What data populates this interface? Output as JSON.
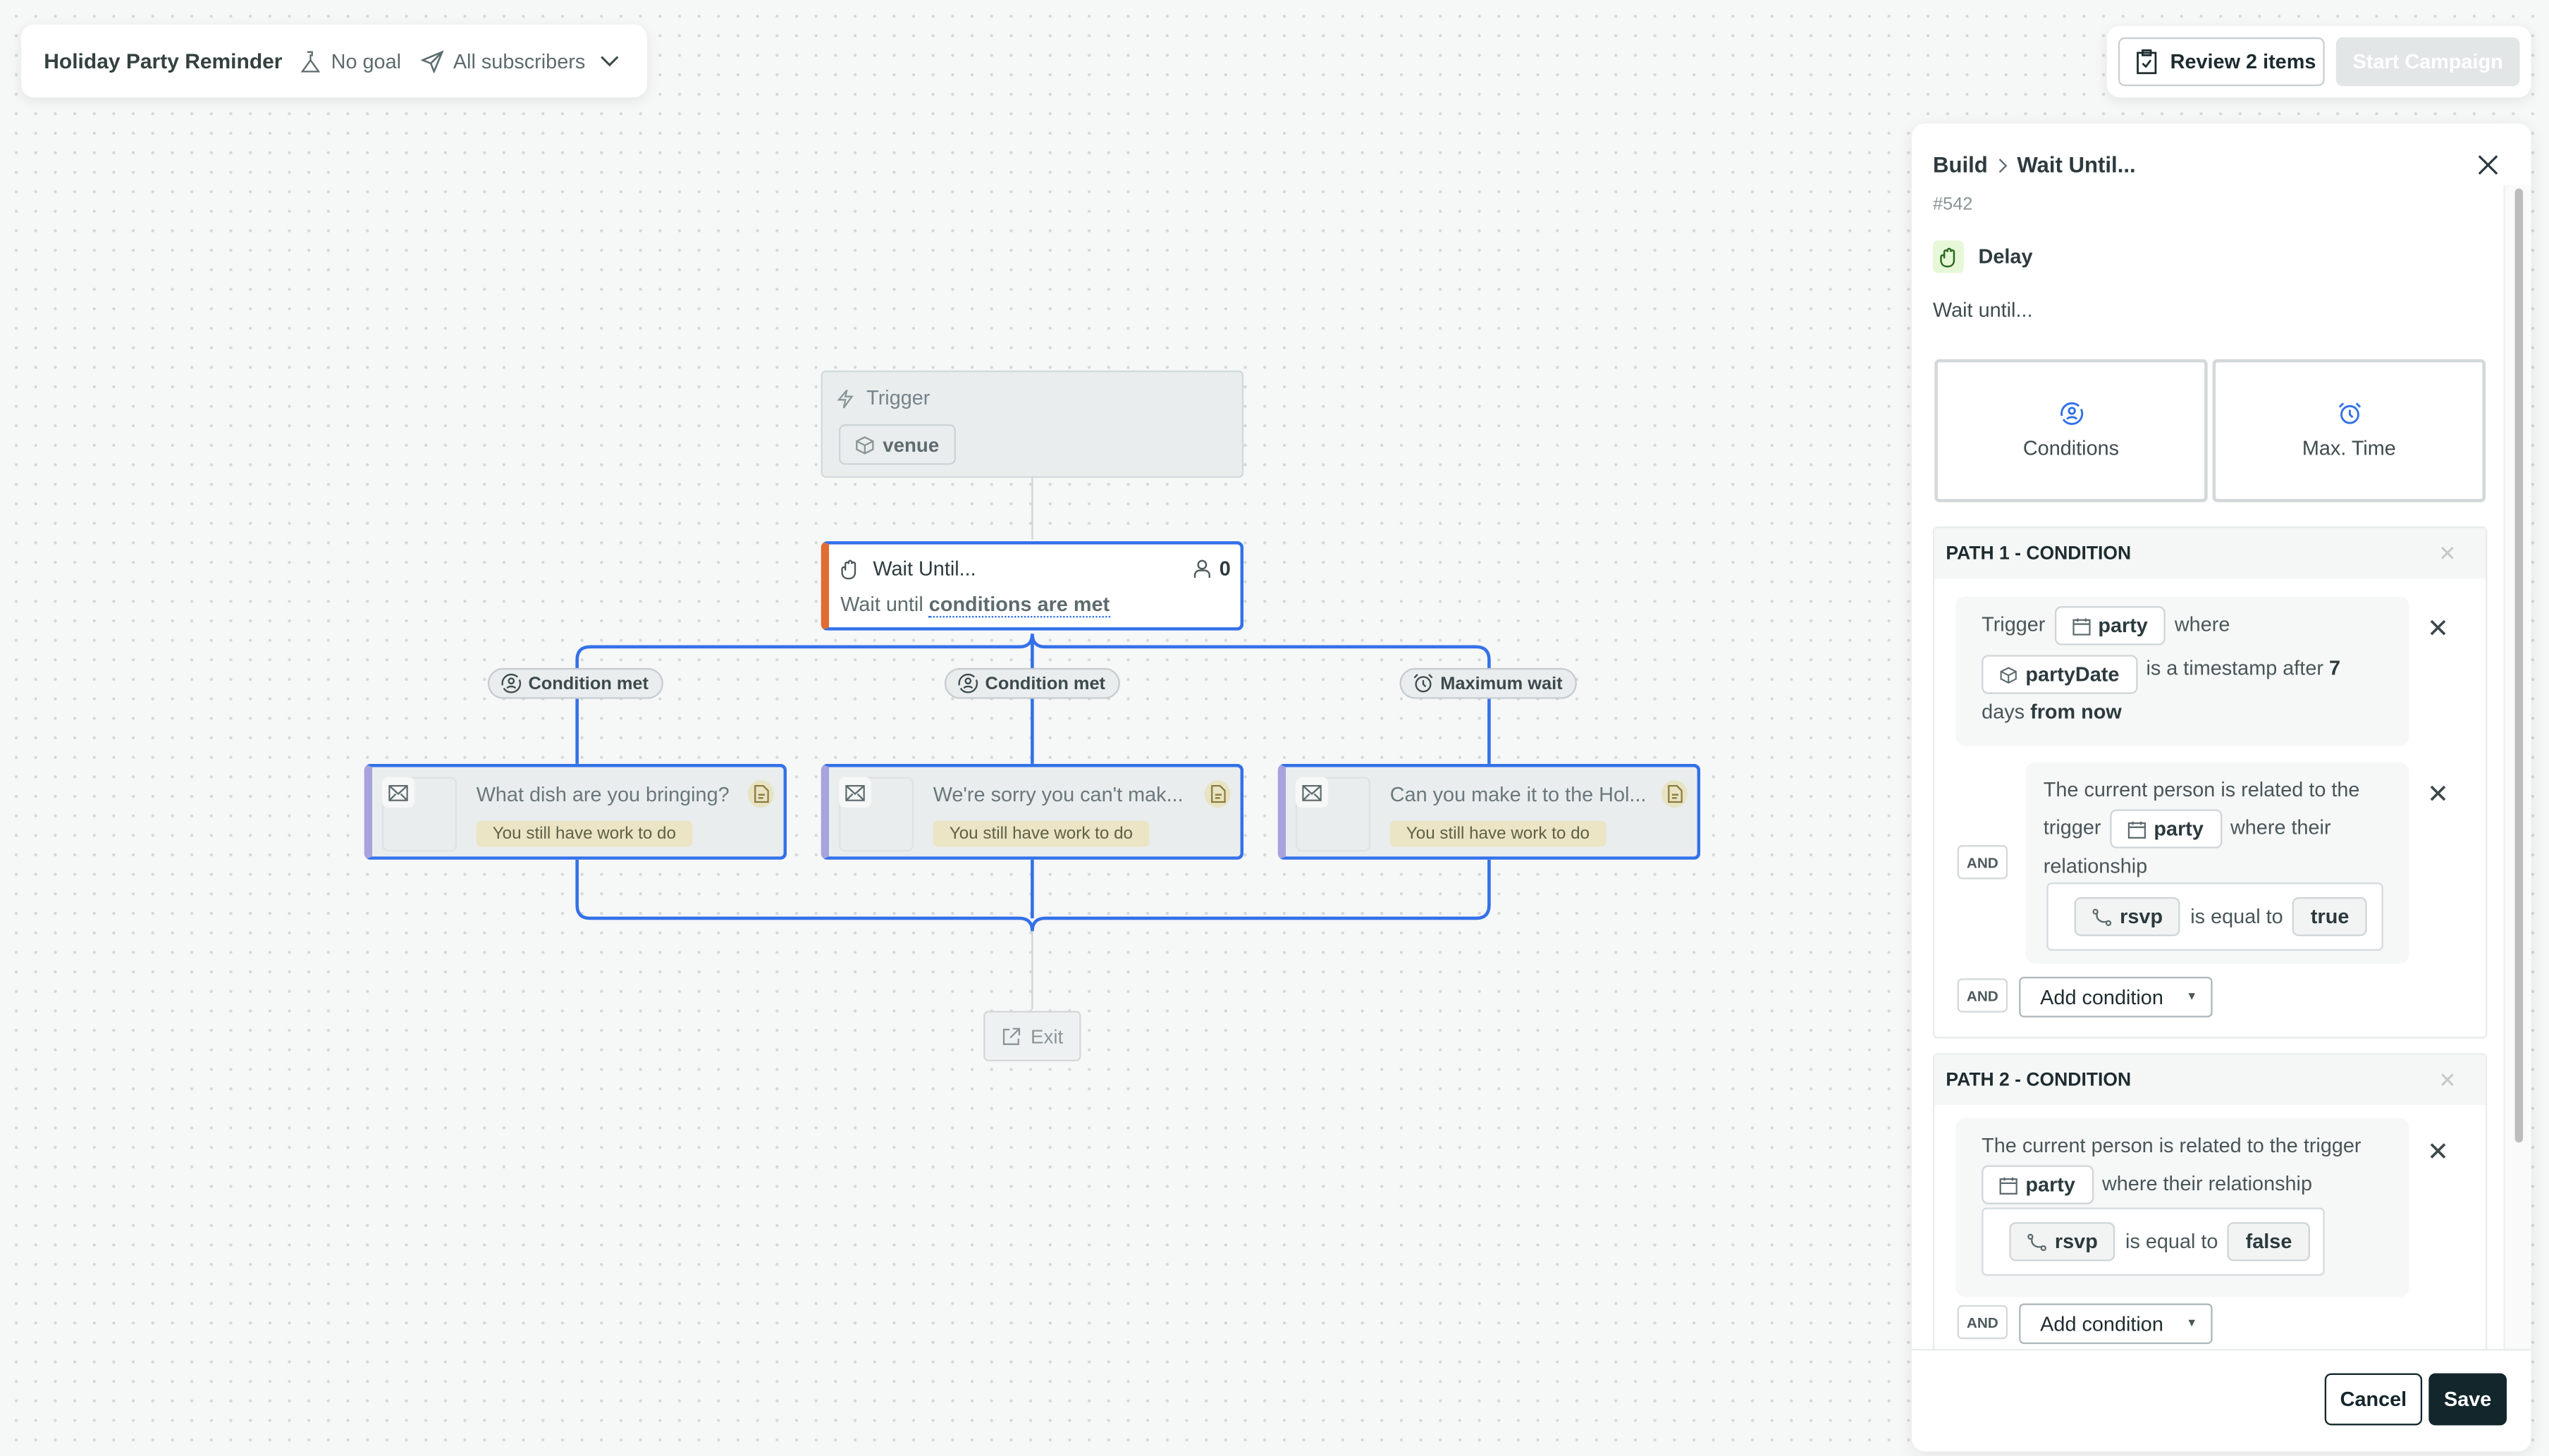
{
  "header": {
    "campaign_title": "Holiday Party Reminder",
    "goal": "No goal",
    "audience": "All subscribers"
  },
  "actions": {
    "review": "Review 2 items",
    "start": "Start Campaign"
  },
  "canvas": {
    "trigger": {
      "label": "Trigger",
      "chip": "venue"
    },
    "wait": {
      "title": "Wait Until...",
      "count": "0",
      "desc_prefix": "Wait until",
      "desc_link": "conditions are met"
    },
    "branches": [
      {
        "label": "Condition met",
        "icon": "conditions-icon",
        "email": "What dish are you bringing?",
        "status": "You still have work to do"
      },
      {
        "label": "Condition met",
        "icon": "conditions-icon",
        "email": "We're sorry you can't mak...",
        "status": "You still have work to do"
      },
      {
        "label": "Maximum wait",
        "icon": "alarm-clock-icon",
        "email": "Can you make it to the Hol...",
        "status": "You still have work to do"
      }
    ],
    "exit": "Exit"
  },
  "panel": {
    "breadcrumb": {
      "root": "Build",
      "current": "Wait Until..."
    },
    "id": "#542",
    "type": "Delay",
    "description": "Wait until...",
    "tabs": [
      {
        "label": "Conditions"
      },
      {
        "label": "Max. Time"
      }
    ],
    "path1": {
      "title": "PATH 1 - CONDITION",
      "c1": {
        "t1": "Trigger",
        "tok1": "party",
        "t2": "where",
        "tok2": "partyDate",
        "t3": "is a timestamp after",
        "num": "7",
        "t4": "days",
        "t5": "from now"
      },
      "and": "AND",
      "c2": {
        "t1": "The current person is related to the trigger",
        "tok1": "party",
        "t2": "where their relationship",
        "attr": "rsvp",
        "op": "is equal to",
        "val": "true"
      },
      "add": "Add condition"
    },
    "path2": {
      "title": "PATH 2 - CONDITION",
      "c1": {
        "t1": "The current person is related to the trigger",
        "tok1": "party",
        "t2": "where their relationship",
        "attr": "rsvp",
        "op": "is equal to",
        "val": "false"
      },
      "and": "AND",
      "add": "Add condition"
    },
    "cancel": "Cancel",
    "save": "Save"
  },
  "colors": {
    "accent": "#3371e8",
    "wait_marker": "#e06c32",
    "email_marker": "#a6a3dd",
    "save_bg": "#13262b",
    "delay_icon_bg": "#e6f8d8"
  }
}
